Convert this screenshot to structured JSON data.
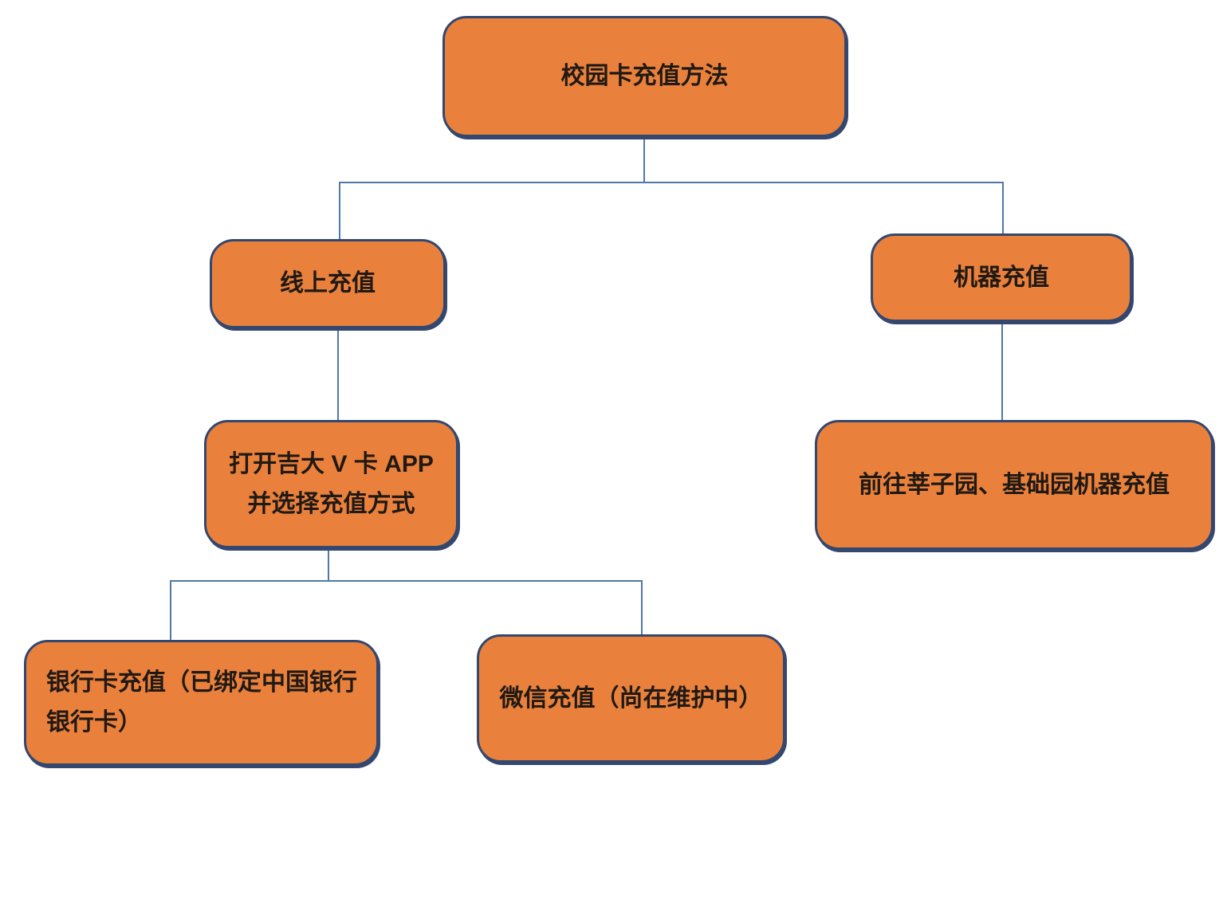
{
  "diagram": {
    "title": "校园卡充值方法",
    "type": "flowchart",
    "nodes": {
      "root": {
        "id": "root",
        "lines": [
          "校园卡充值方法"
        ]
      },
      "online": {
        "id": "online",
        "lines": [
          "线上充值"
        ]
      },
      "machine": {
        "id": "machine",
        "lines": [
          "机器充值"
        ]
      },
      "app": {
        "id": "app",
        "lines": [
          "打开吉大 V 卡 APP",
          "并选择充值方式"
        ]
      },
      "machine_location": {
        "id": "machine_location",
        "lines": [
          "前往莘子园、基础园机器充值"
        ]
      },
      "bank": {
        "id": "bank",
        "lines": [
          "银行卡充值（已绑定中国银行",
          "银行卡）"
        ]
      },
      "wechat": {
        "id": "wechat",
        "lines": [
          "微信充值（尚在维护中）"
        ]
      }
    },
    "edges": [
      {
        "from": "root",
        "to": "online"
      },
      {
        "from": "root",
        "to": "machine"
      },
      {
        "from": "online",
        "to": "app"
      },
      {
        "from": "machine",
        "to": "machine_location"
      },
      {
        "from": "app",
        "to": "bank"
      },
      {
        "from": "app",
        "to": "wechat"
      }
    ]
  },
  "theme": {
    "node_fill": "#E9813C",
    "node_border": "#34476E",
    "connector": "#4F78A5",
    "text_color": "#201914",
    "background": "#FFFFFF"
  }
}
